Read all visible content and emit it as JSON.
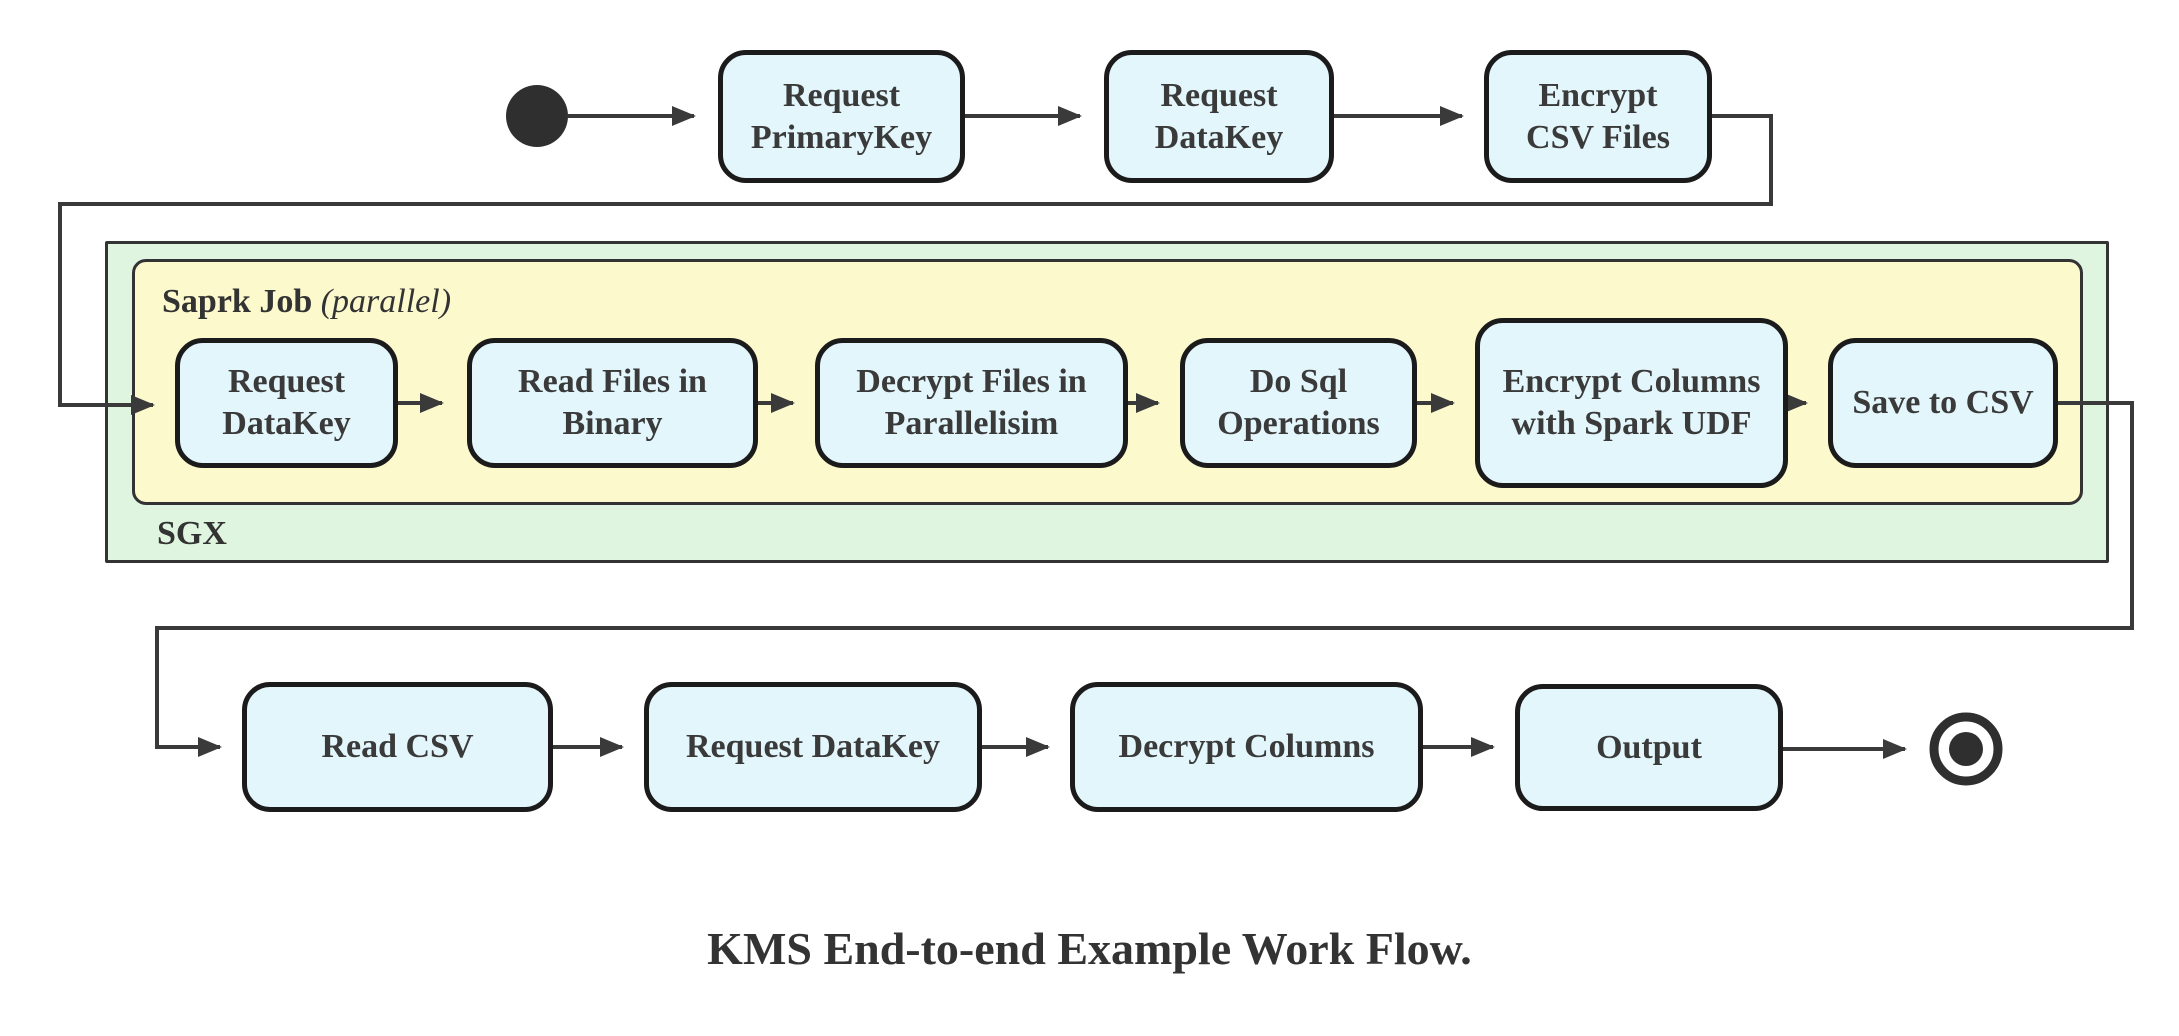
{
  "diagram": {
    "caption": "KMS End-to-end Example Work Flow.",
    "colors": {
      "node_fill": "#e2f6fb",
      "node_border": "#1b1b1b",
      "edge": "#3a3a3a",
      "sgx_container_fill": "#dff5e0",
      "spark_container_fill": "#fcf9cd",
      "container_border": "#333333",
      "label_text": "#3a3a3a"
    },
    "top_flow": {
      "nodes": [
        {
          "label": "Request PrimaryKey"
        },
        {
          "label": "Request DataKey"
        },
        {
          "label": "Encrypt CSV Files"
        }
      ]
    },
    "sgx_container": {
      "label": "SGX",
      "spark_container": {
        "label": "Saprk Job",
        "qualifier": "(parallel)",
        "nodes": [
          {
            "label": "Request DataKey"
          },
          {
            "label": "Read Files in Binary"
          },
          {
            "label": "Decrypt Files in Parallelisim"
          },
          {
            "label": "Do Sql Operations"
          },
          {
            "label": "Encrypt Columns with Spark UDF"
          },
          {
            "label": "Save to CSV"
          }
        ]
      }
    },
    "bottom_flow": {
      "nodes": [
        {
          "label": "Read CSV"
        },
        {
          "label": "Request DataKey"
        },
        {
          "label": "Decrypt Columns"
        },
        {
          "label": "Output"
        }
      ]
    }
  }
}
